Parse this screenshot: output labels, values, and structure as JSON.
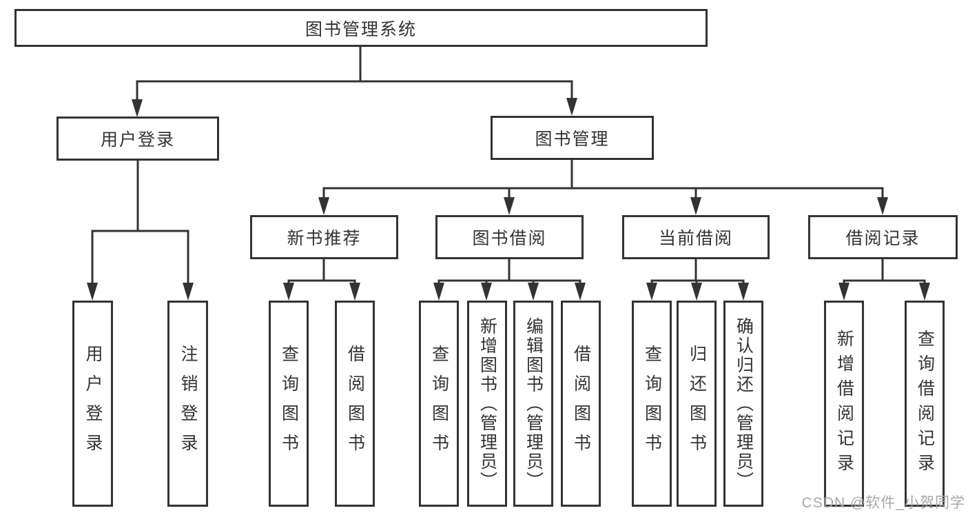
{
  "tree": {
    "label": "图书管理系统",
    "children": [
      {
        "label": "用户登录",
        "children": [
          {
            "label": "用户登录"
          },
          {
            "label": "注销登录"
          }
        ]
      },
      {
        "label": "图书管理",
        "children": [
          {
            "label": "新书推荐",
            "children": [
              {
                "label": "查询图书"
              },
              {
                "label": "借阅图书"
              }
            ]
          },
          {
            "label": "图书借阅",
            "children": [
              {
                "label": "查询图书"
              },
              {
                "label": "新增图书（管理员）"
              },
              {
                "label": "编辑图书（管理员）"
              },
              {
                "label": "借阅图书"
              }
            ]
          },
          {
            "label": "当前借阅",
            "children": [
              {
                "label": "查询图书"
              },
              {
                "label": "归还图书"
              },
              {
                "label": "确认归还（管理员）"
              }
            ]
          },
          {
            "label": "借阅记录",
            "children": [
              {
                "label": "新增借阅记录"
              },
              {
                "label": "查询借阅记录"
              }
            ]
          }
        ]
      }
    ]
  },
  "watermark": "CSDN @软件_小贺同学",
  "colors": {
    "line": "#333333",
    "text": "#333333",
    "watermark": "#a8a8a8",
    "background": "#ffffff"
  }
}
